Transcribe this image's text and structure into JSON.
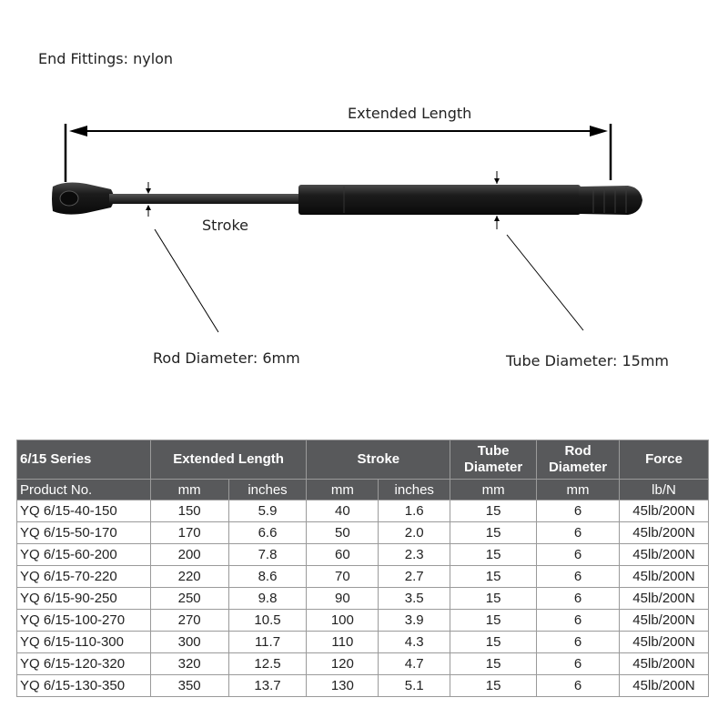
{
  "labels": {
    "end_fittings": "End Fittings: nylon",
    "extended_length": "Extended Length",
    "stroke": "Stroke",
    "rod_diameter": "Rod Diameter: 6mm",
    "tube_diameter": "Tube Diameter: 15mm"
  },
  "table": {
    "header": {
      "series": "6/15 Series",
      "extended_length": "Extended Length",
      "stroke": "Stroke",
      "tube_diameter": "Tube\nDiameter",
      "rod_diameter": "Rod\nDiameter",
      "force": "Force"
    },
    "subheader": [
      "Product No.",
      "mm",
      "inches",
      "mm",
      "inches",
      "mm",
      "mm",
      "lb/N"
    ],
    "rows": [
      [
        "YQ 6/15-40-150",
        "150",
        "5.9",
        "40",
        "1.6",
        "15",
        "6",
        "45lb/200N"
      ],
      [
        "YQ 6/15-50-170",
        "170",
        "6.6",
        "50",
        "2.0",
        "15",
        "6",
        "45lb/200N"
      ],
      [
        "YQ 6/15-60-200",
        "200",
        "7.8",
        "60",
        "2.3",
        "15",
        "6",
        "45lb/200N"
      ],
      [
        "YQ 6/15-70-220",
        "220",
        "8.6",
        "70",
        "2.7",
        "15",
        "6",
        "45lb/200N"
      ],
      [
        "YQ 6/15-90-250",
        "250",
        "9.8",
        "90",
        "3.5",
        "15",
        "6",
        "45lb/200N"
      ],
      [
        "YQ 6/15-100-270",
        "270",
        "10.5",
        "100",
        "3.9",
        "15",
        "6",
        "45lb/200N"
      ],
      [
        "YQ 6/15-110-300",
        "300",
        "11.7",
        "110",
        "4.3",
        "15",
        "6",
        "45lb/200N"
      ],
      [
        "YQ 6/15-120-320",
        "320",
        "12.5",
        "120",
        "4.7",
        "15",
        "6",
        "45lb/200N"
      ],
      [
        "YQ 6/15-130-350",
        "350",
        "13.7",
        "130",
        "5.1",
        "15",
        "6",
        "45lb/200N"
      ]
    ]
  }
}
